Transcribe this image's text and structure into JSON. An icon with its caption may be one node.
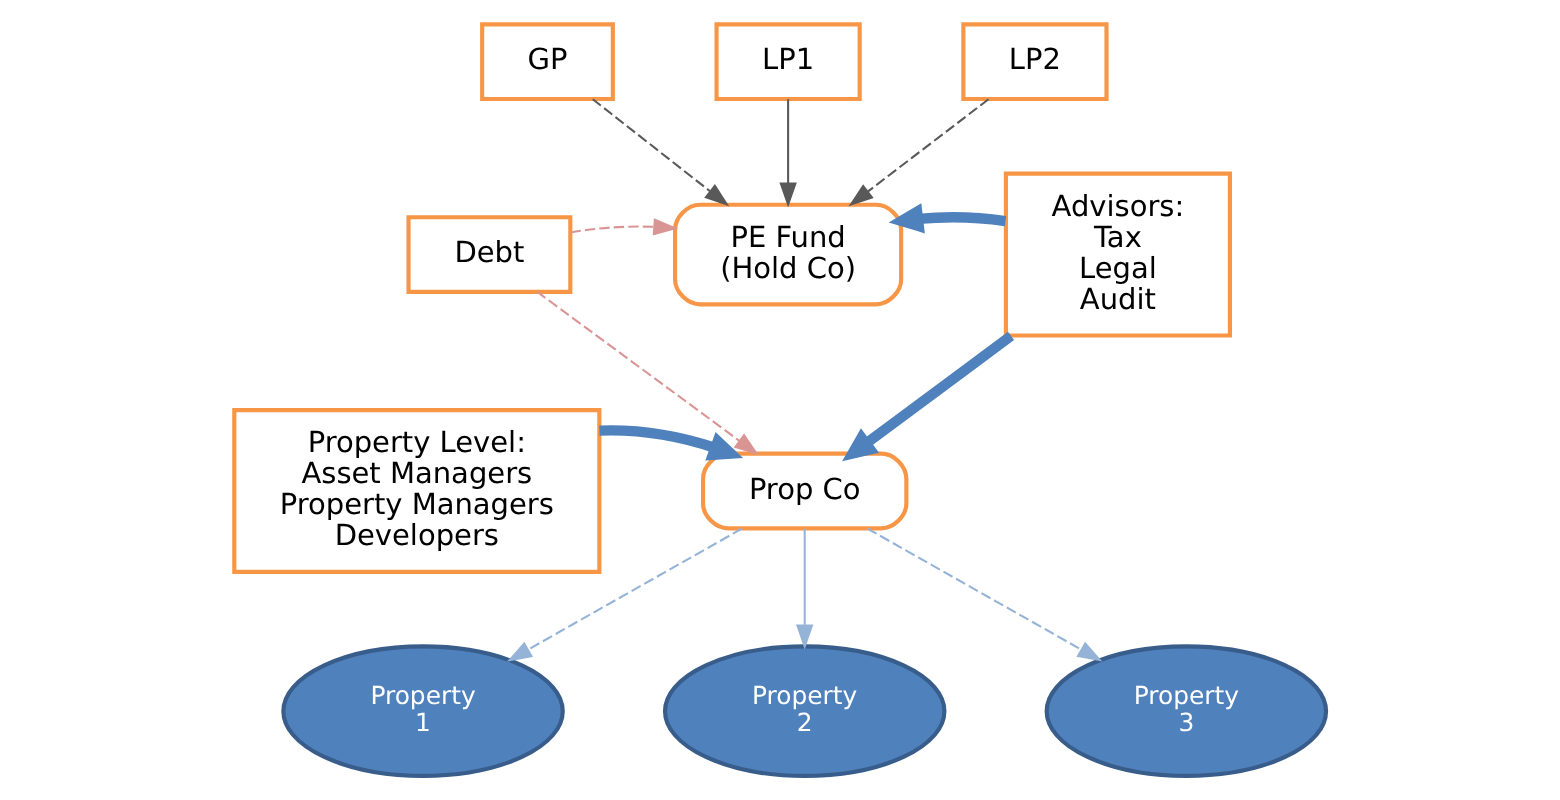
{
  "diagram": {
    "nodes": [
      {
        "text": [
          "GP"
        ]
      },
      {
        "text": [
          "LP1"
        ]
      },
      {
        "text": [
          "LP2"
        ]
      },
      {
        "text": [
          "Debt"
        ]
      },
      {
        "text": [
          "PE Fund (Hold Co)"
        ]
      },
      {
        "text": [
          "Advisors: Tax Legal Audit"
        ]
      },
      {
        "text": [
          "Property Level: Asset Managers Property Managers Developers"
        ]
      },
      {
        "text": [
          "Prop Co"
        ]
      },
      {
        "text": [
          "Property 1"
        ]
      },
      {
        "text": [
          "Property 2"
        ]
      },
      {
        "text": [
          "Property 3"
        ]
      }
    ],
    "edges": [
      {
        "from": 0,
        "to": 4,
        "arrow": "to",
        "style": "dashed"
      },
      {
        "from": 1,
        "to": 4,
        "arrow": "to"
      },
      {
        "from": 2,
        "to": 4,
        "arrow": "to",
        "style": "dashed"
      },
      {
        "from": 3,
        "to": 4,
        "arrow": "to",
        "style": "dashed",
        "color": "#d99594"
      },
      {
        "from": 3,
        "to": 7,
        "arrow": "to",
        "style": "dashed",
        "color": "#d99594"
      },
      {
        "from": 5,
        "to": 4,
        "arrow": "to",
        "style": "thick",
        "color": "#4f81bd"
      },
      {
        "from": 5,
        "to": 7,
        "arrow": "to",
        "style": "thick",
        "color": "#4f81bd"
      },
      {
        "from": 6,
        "to": 7,
        "arrow": "to",
        "style": "thick",
        "color": "#4f81bd"
      },
      {
        "from": 7,
        "to": 8,
        "arrow": "to",
        "style": "dashed",
        "color": "#95b3d7"
      },
      {
        "from": 7,
        "to": 9,
        "arrow": "to",
        "color": "#95b3d7"
      },
      {
        "from": 7,
        "to": 10,
        "arrow": "to",
        "style": "dashed",
        "color": "#95b3d7"
      }
    ]
  }
}
